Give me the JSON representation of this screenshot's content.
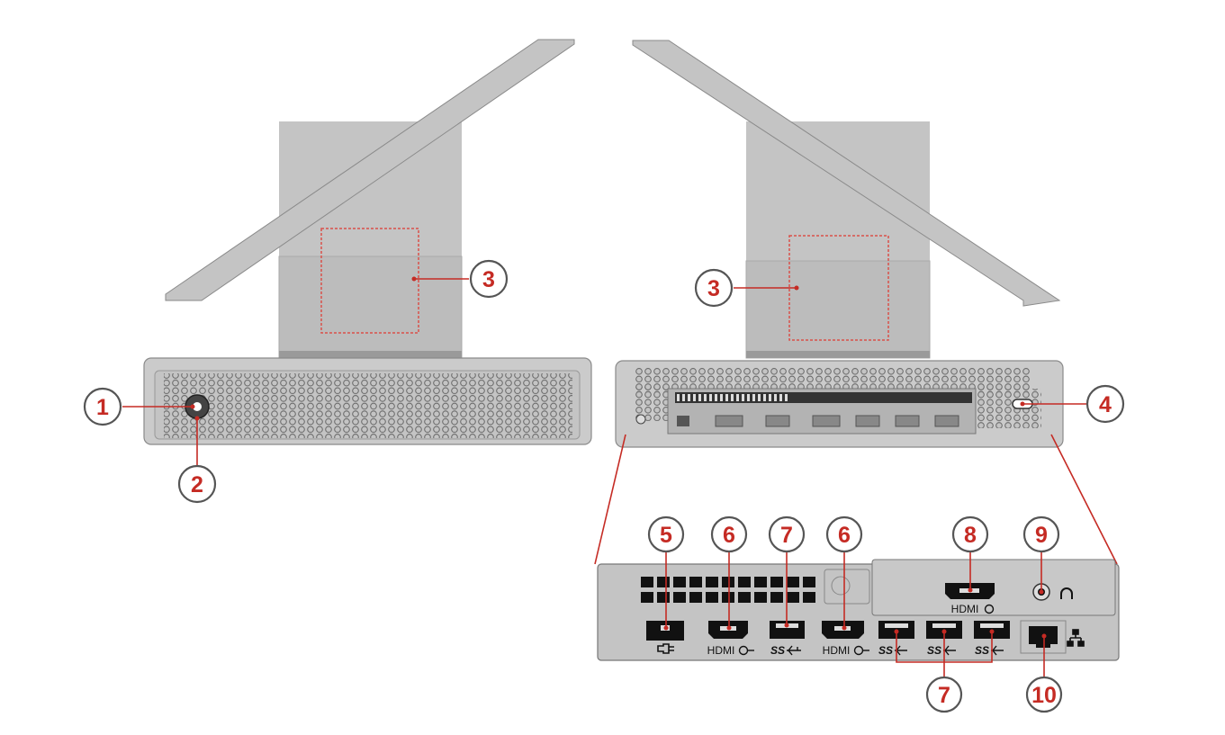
{
  "colors": {
    "accent": "#c52b24",
    "body": "#c4c4c4",
    "dark": "#111111"
  },
  "callouts": {
    "c1": "1",
    "c2": "2",
    "c3a": "3",
    "c3b": "3",
    "c4": "4",
    "c5": "5",
    "c6a": "6",
    "c7a": "7",
    "c6b": "6",
    "c8": "8",
    "c9": "9",
    "c7b": "7",
    "c10": "10"
  },
  "port_labels": {
    "hdmi_out_a": "HDMI",
    "hdmi_out_b": "HDMI",
    "hdmi_in": "HDMI",
    "ss_a": "SS",
    "ss_b": "SS",
    "ss_c": "SS",
    "ss_d": "SS"
  },
  "icons": [
    "power-connector-icon",
    "hdmi-out-icon",
    "usb-ss-icon",
    "hdmi-in-icon",
    "headset-icon",
    "ethernet-network-icon"
  ]
}
